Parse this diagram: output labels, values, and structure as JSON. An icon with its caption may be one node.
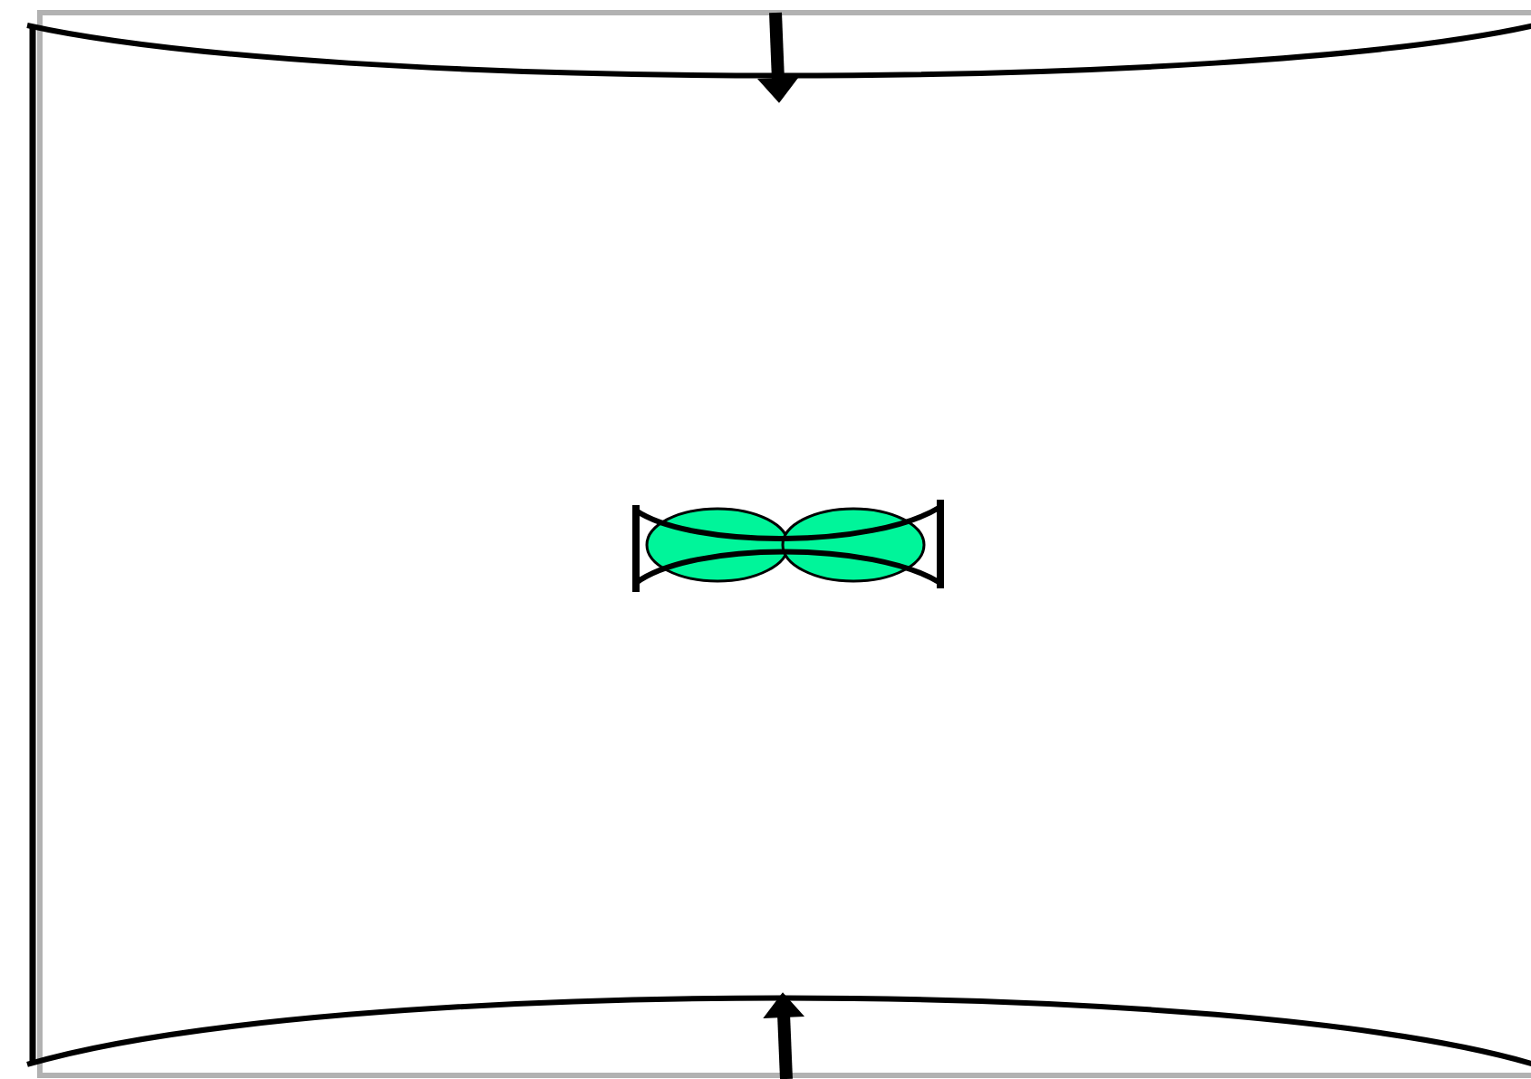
{
  "diagram": {
    "nodes": [
      {
        "text": [],
        "shape": "box"
      },
      {
        "text": [],
        "shape": "picture",
        "in": 0
      }
    ]
  }
}
